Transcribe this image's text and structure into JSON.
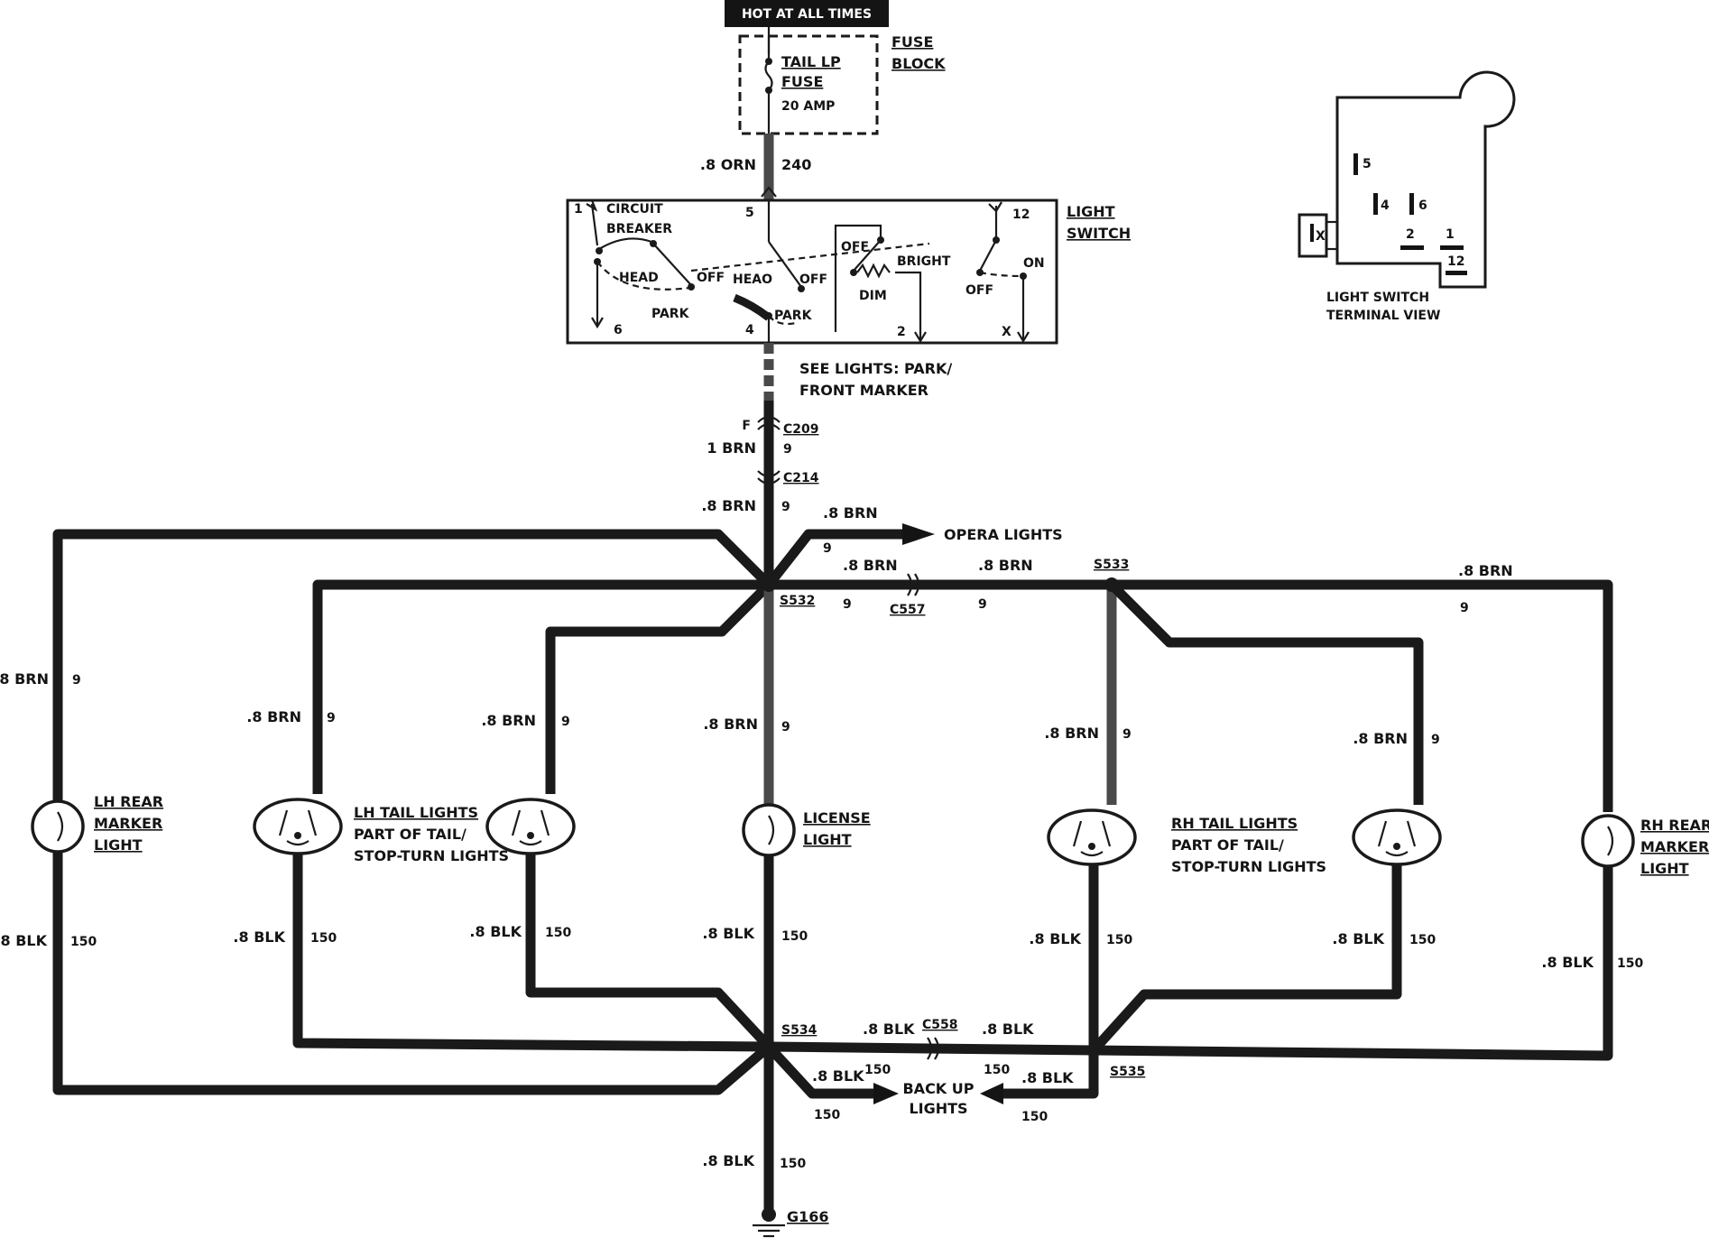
{
  "header": {
    "hot_label": "HOT AT ALL TIMES"
  },
  "fuse": {
    "name_line1": "TAIL LP",
    "name_line2": "FUSE",
    "rating": "20 AMP",
    "block_line1": "FUSE",
    "block_line2": "BLOCK"
  },
  "feed_wire": {
    "gauge": ".8 ORN",
    "circuit": "240"
  },
  "light_switch": {
    "title_line1": "LIGHT",
    "title_line2": "SWITCH",
    "circuit_breaker_line1": "CIRCUIT",
    "circuit_breaker_line2": "BREAKER",
    "head": "HEAD",
    "head2": "HEAO",
    "off": "OFF",
    "park": "PARK",
    "bright": "BRIGHT",
    "dim": "DIM",
    "on": "ON",
    "terminals": {
      "t1": "1",
      "t5": "5",
      "t12": "12",
      "t6": "6",
      "t4": "4",
      "t2": "2",
      "tx": "X"
    }
  },
  "see_note": {
    "line1": "SEE LIGHTS: PARK/",
    "line2": "FRONT MARKER"
  },
  "connectors": {
    "c209": "C209",
    "c209_pin": "F",
    "c209_wire": "1 BRN",
    "c209_circuit": "9",
    "c214": "C214",
    "c557": "C557",
    "c558": "C558"
  },
  "splices": {
    "s532": "S532",
    "s533": "S533",
    "s534": "S534",
    "s535": "S535"
  },
  "ground": "G166",
  "wires": {
    "brn": ".8 BRN",
    "blk": ".8 BLK",
    "brn_circuit": "9",
    "blk_circuit": "150"
  },
  "opera": "OPERA LIGHTS",
  "backup": {
    "line1": "BACK UP",
    "line2": "LIGHTS"
  },
  "lamps": {
    "lh_rear_marker": [
      "LH REAR",
      "MARKER",
      "LIGHT"
    ],
    "lh_tail": [
      "LH TAIL LIGHTS",
      "PART OF TAIL/",
      "STOP-TURN LIGHTS"
    ],
    "license": [
      "LICENSE",
      "LIGHT"
    ],
    "rh_tail": [
      "RH TAIL LIGHTS",
      "PART OF TAIL/",
      "STOP-TURN LIGHTS"
    ],
    "rh_rear_marker": [
      "RH REAR",
      "MARKER",
      "LIGHT"
    ]
  },
  "terminal_view": {
    "title_line1": "LIGHT SWITCH",
    "title_line2": "TERMINAL VIEW",
    "pins": {
      "p5": "5",
      "p4": "4",
      "p6": "6",
      "p2": "2",
      "p1": "1",
      "p12": "12",
      "px": "X"
    }
  }
}
